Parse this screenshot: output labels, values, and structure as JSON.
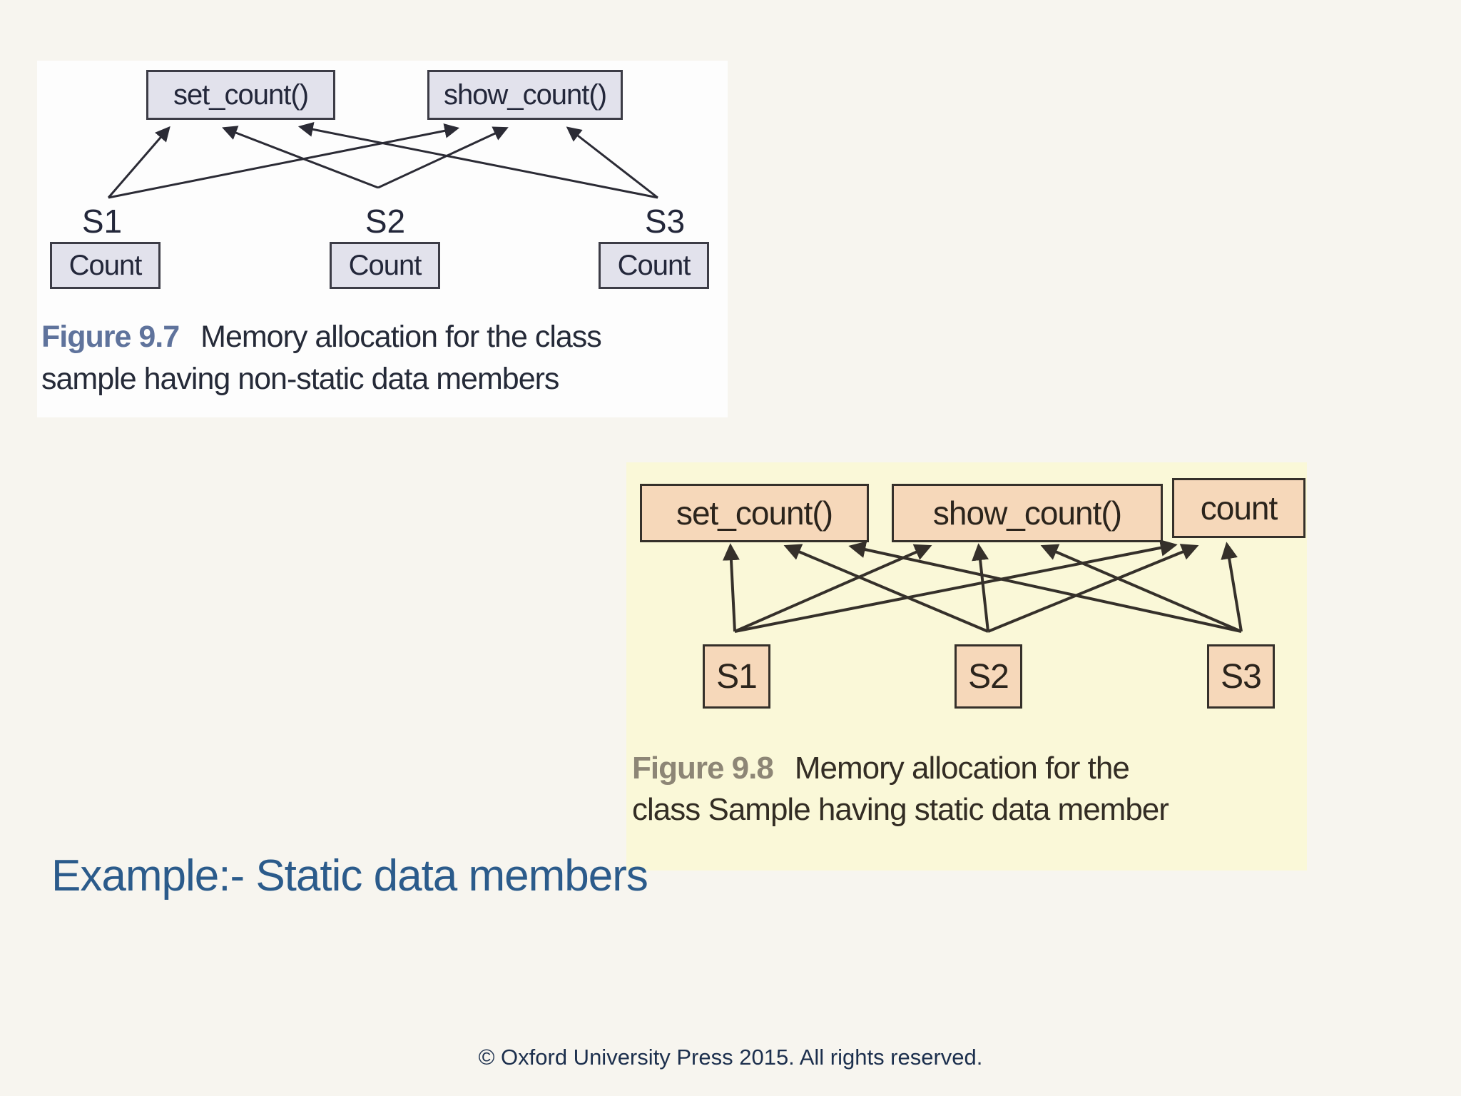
{
  "slide": {
    "heading": "Example:- Static data members",
    "footer": "© Oxford University Press 2015. All rights reserved."
  },
  "figure_9_7": {
    "function_boxes": [
      "set_count()",
      "show_count()"
    ],
    "object_labels": [
      "S1",
      "S2",
      "S3"
    ],
    "member_boxes": [
      "Count",
      "Count",
      "Count"
    ],
    "caption_label": "Figure 9.7",
    "caption_text_line1": "Memory allocation for the class",
    "caption_text_line2": "sample having non-static data members",
    "connections": [
      "S1→set_count()",
      "S1→show_count()",
      "S2→set_count()",
      "S2→show_count()",
      "S3→set_count()",
      "S3→show_count()"
    ],
    "arrows": [
      [
        100,
        192,
        184,
        95
      ],
      [
        100,
        192,
        588,
        95
      ],
      [
        478,
        178,
        263,
        95
      ],
      [
        478,
        178,
        657,
        95
      ],
      [
        870,
        192,
        370,
        93
      ],
      [
        870,
        192,
        745,
        95
      ]
    ]
  },
  "figure_9_8": {
    "function_boxes": [
      "set_count()",
      "show_count()",
      "count"
    ],
    "object_boxes": [
      "S1",
      "S2",
      "S3"
    ],
    "caption_label": "Figure 9.8",
    "caption_text_line1": "Memory allocation for the",
    "caption_text_line2": "class Sample having static data member",
    "connections": [
      "S1→set_count()",
      "S1→show_count()",
      "S1→count",
      "S2→set_count()",
      "S2→show_count()",
      "S2→count",
      "S3→set_count()",
      "S3→show_count()",
      "S3→count"
    ],
    "arrows": [
      [
        152,
        237,
        146,
        118
      ],
      [
        152,
        237,
        424,
        118
      ],
      [
        152,
        237,
        768,
        116
      ],
      [
        507,
        237,
        225,
        118
      ],
      [
        507,
        237,
        494,
        118
      ],
      [
        507,
        237,
        798,
        118
      ],
      [
        862,
        237,
        316,
        118
      ],
      [
        862,
        237,
        585,
        118
      ],
      [
        862,
        237,
        842,
        116
      ]
    ]
  },
  "colors": {
    "page-bg": "#f7f5ef",
    "f97-panel-bg": "#fdfdfd",
    "f97-box-fill": "#e2e2ec",
    "f97-box-border": "#3c3c46",
    "f97-text": "#23273a",
    "f97-caption-label": "#5f739c",
    "f97-caption-text": "#252a38",
    "arrow-97": "#2b2b35",
    "f98-panel-bg": "#faf8d8",
    "f98-box-fill": "#f6d8ba",
    "f98-box-border": "#35302a",
    "f98-text": "#2b241c",
    "f98-caption-label": "#8d8676",
    "f98-caption-text": "#332d24",
    "arrow-98": "#35302a",
    "heading": "#2b5b8b",
    "footer-text": "#1c2f4d"
  }
}
